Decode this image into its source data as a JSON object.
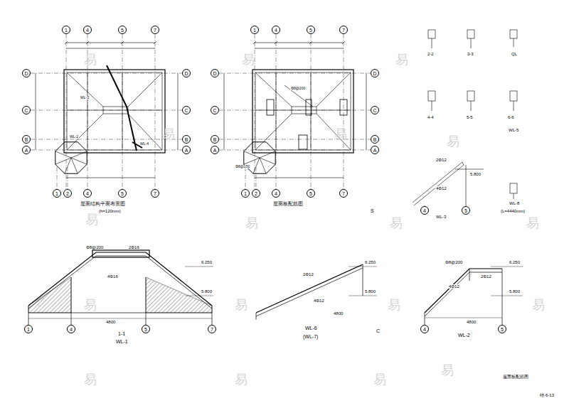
{
  "diagram": {
    "nodes": [
      {
        "text": [
          "1"
        ]
      },
      {
        "text": [
          "4"
        ]
      },
      {
        "text": [
          "5"
        ]
      },
      {
        "text": [
          "7"
        ]
      },
      {
        "text": [
          "1"
        ]
      },
      {
        "text": [
          "2"
        ]
      },
      {
        "text": [
          "4"
        ]
      },
      {
        "text": [
          "5"
        ]
      },
      {
        "text": [
          "7"
        ]
      },
      {
        "text": [
          "D"
        ]
      },
      {
        "text": [
          "C"
        ]
      },
      {
        "text": [
          "B"
        ]
      },
      {
        "text": [
          "A"
        ]
      },
      {
        "text": [
          "D"
        ]
      },
      {
        "text": [
          "C"
        ]
      },
      {
        "text": [
          "B"
        ]
      },
      {
        "text": [
          "A"
        ]
      },
      {
        "text": [
          "1"
        ]
      },
      {
        "text": [
          "4"
        ]
      },
      {
        "text": [
          "5"
        ]
      },
      {
        "text": [
          "7"
        ]
      },
      {
        "text": [
          "1"
        ]
      },
      {
        "text": [
          "2"
        ]
      },
      {
        "text": [
          "4"
        ]
      },
      {
        "text": [
          "5"
        ]
      },
      {
        "text": [
          "7"
        ]
      },
      {
        "text": [
          "D"
        ]
      },
      {
        "text": [
          "C"
        ]
      },
      {
        "text": [
          "B"
        ]
      },
      {
        "text": [
          "A"
        ]
      },
      {
        "text": [
          "D"
        ]
      },
      {
        "text": [
          "C"
        ]
      },
      {
        "text": [
          "B"
        ]
      },
      {
        "text": [
          "A"
        ]
      },
      {
        "text": [
          "1"
        ]
      },
      {
        "text": [
          "4"
        ]
      },
      {
        "text": [
          "5"
        ]
      },
      {
        "text": [
          "7"
        ]
      },
      {
        "text": [
          "4"
        ]
      },
      {
        "text": [
          "5"
        ]
      },
      {
        "text": [
          "4"
        ]
      },
      {
        "text": [
          "5"
        ]
      }
    ],
    "labels": [
      "屋面结构平面布置图",
      "(h=120mm)",
      "屋面板配筋图",
      "2-2",
      "3-3",
      "QL",
      "4-4",
      "5-5",
      "6-6",
      "WL-5",
      "WL-3",
      "WL-8",
      "(L=4440mm)",
      "1-1",
      "WL-1",
      "WL-6",
      "(WL-7)",
      "WL-2",
      "屋面板配筋图",
      "结-6-13",
      "6.250",
      "5.800",
      "6.250",
      "5.800",
      "6.250",
      "5.800",
      "5.800",
      "2Φ16",
      "4Φ16",
      "Φ8@200",
      "2Φ12",
      "4Φ12",
      "Φ8@200",
      "2Φ12",
      "4Φ12",
      "4Φ12",
      "2Φ12",
      "4800",
      "4800",
      "4800",
      "C",
      "S",
      "WL-3",
      "WL-2",
      "WL-4",
      "Φ8@200",
      "Φ8@150",
      "易",
      "易",
      "易",
      "易",
      "易",
      "易",
      "易",
      "易",
      "易",
      "易",
      "易",
      "易",
      "易",
      "易",
      "易",
      "易",
      "易",
      "易"
    ]
  }
}
